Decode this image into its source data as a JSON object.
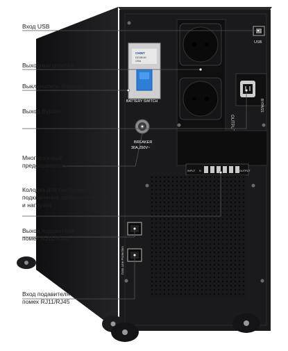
{
  "callouts": [
    {
      "id": "usb-in",
      "text": "Вход USB"
    },
    {
      "id": "outlets",
      "text": "Выходные розетки"
    },
    {
      "id": "battery-switch",
      "text": "Выключатель батареи"
    },
    {
      "id": "bypass-out",
      "text": "Выход Bypass"
    },
    {
      "id": "fuse",
      "line1": "Многоразовый",
      "line2": "предохранитель"
    },
    {
      "id": "terminal",
      "line1": "Колодка для постоянного",
      "line2": "подключения сетевых проводов",
      "line3": "и нагрузки"
    },
    {
      "id": "surge-out",
      "line1": "Выход подавителя",
      "line2": "помех RJ11/RJ45"
    },
    {
      "id": "surge-in",
      "line1": "Вход подавителя",
      "line2": "помех RJ11/RJ45"
    }
  ],
  "device_labels": {
    "usb": "USB",
    "battery_switch": "BATTERY SWITCH",
    "breaker_line1": "BREAKER",
    "breaker_line2": "30A,250V~",
    "output": "OUTPUT",
    "bypass": "BYPASS",
    "input": "INPUT",
    "terminal_n": "N",
    "terminal_l": "L",
    "output_small": "OUTPUT",
    "data_line": "Data Line Protection",
    "breaker_brand": "CHINT",
    "breaker_model": "DZ158-60",
    "breaker_rating": "100A"
  },
  "colors": {
    "body": "#1b1b1d",
    "panel": "#141416",
    "leader": "#555555",
    "plate": "#cfcfd1",
    "switch_blue": "#2c7fd8"
  }
}
